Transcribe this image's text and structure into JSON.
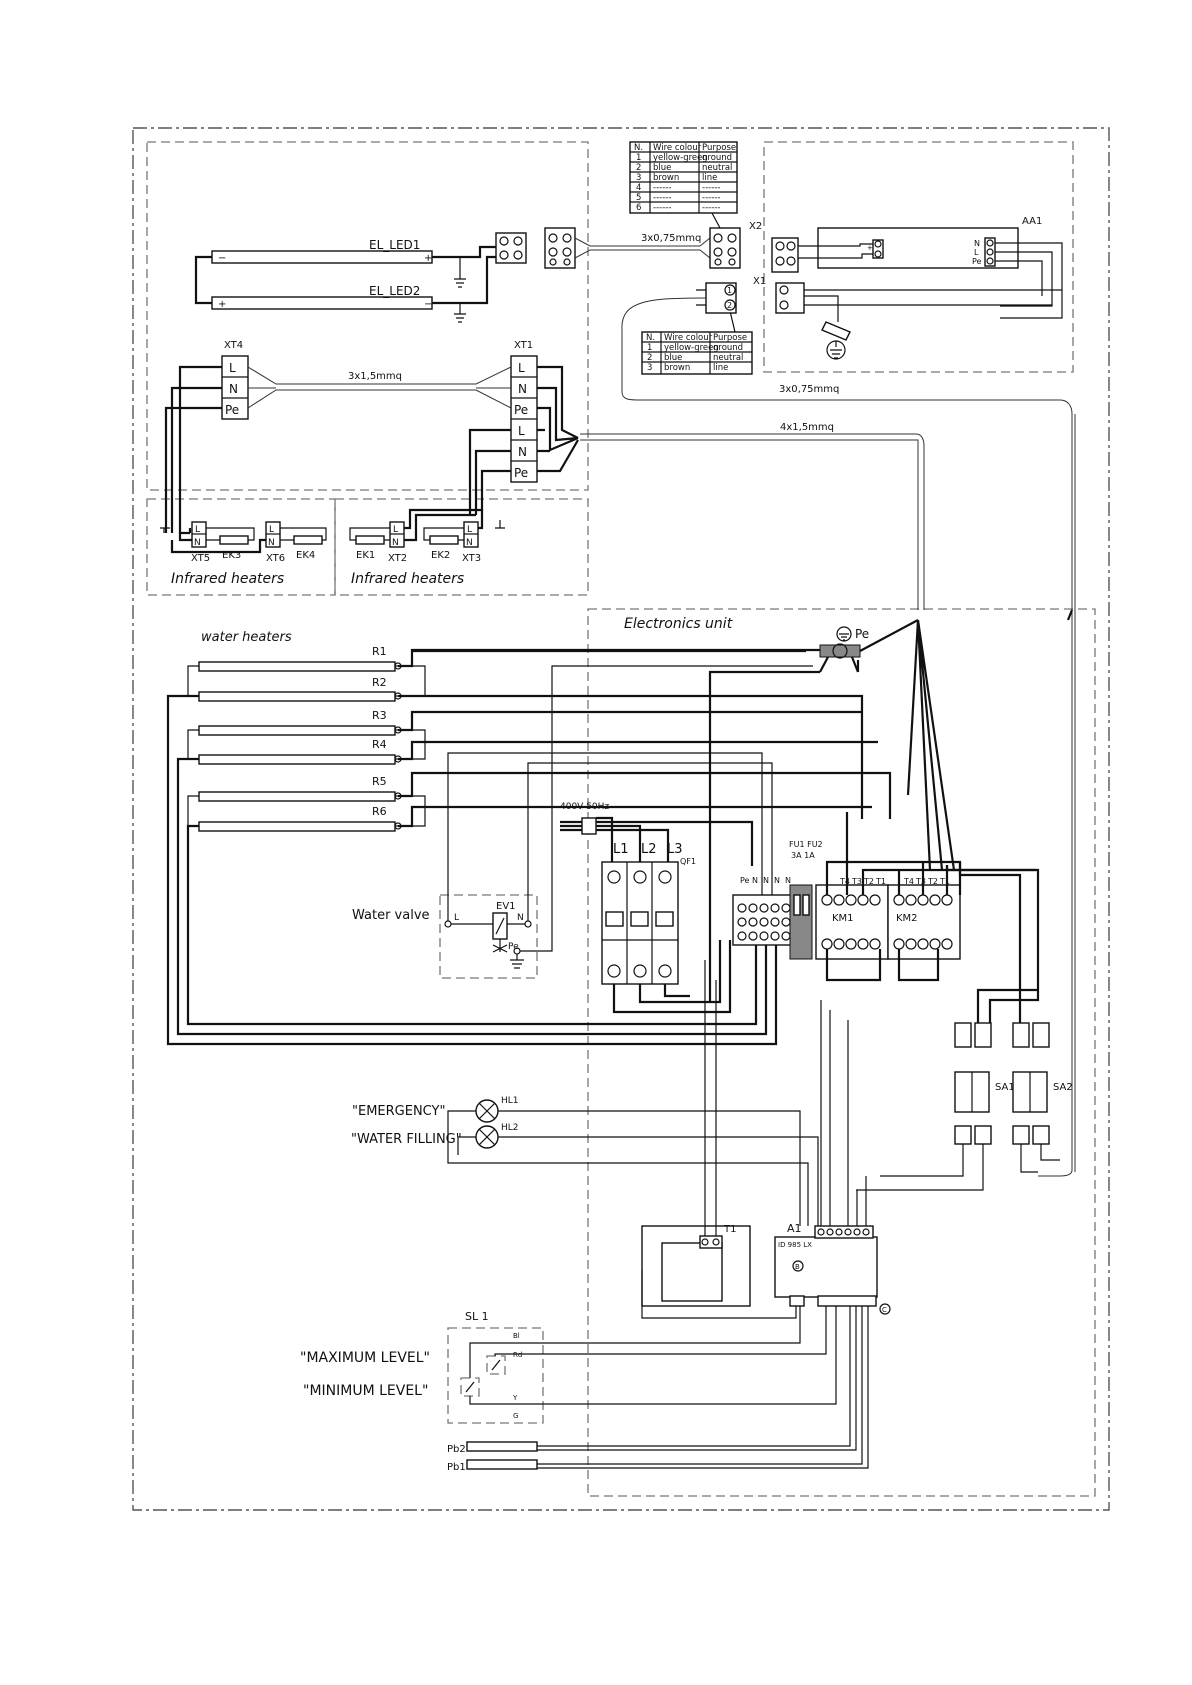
{
  "led_section": {
    "led1": "EL_LED1",
    "led2": "EL_LED2",
    "cable_x2": "3x0,75mmq",
    "connector_x2": "X2",
    "connector_x1": "X1",
    "psu": "AA1",
    "psu_in": [
      "N",
      "L",
      "Pe"
    ],
    "psu_out": "+ -"
  },
  "wire_table_x2": {
    "headers": [
      "N.",
      "Wire colour",
      "Purpose"
    ],
    "rows": [
      [
        "1",
        "yellow-green",
        "ground"
      ],
      [
        "2",
        "blue",
        "neutral"
      ],
      [
        "3",
        "brown",
        "line"
      ],
      [
        "4",
        "------",
        "------"
      ],
      [
        "5",
        "------",
        "------"
      ],
      [
        "6",
        "------",
        "------"
      ]
    ]
  },
  "wire_table_x1": {
    "headers": [
      "N.",
      "Wire colour",
      "Purpose"
    ],
    "rows": [
      [
        "1",
        "yellow-green",
        "ground"
      ],
      [
        "2",
        "blue",
        "neutral"
      ],
      [
        "3",
        "brown",
        "line"
      ]
    ]
  },
  "terminals": {
    "xt4": "XT4",
    "xt1": "XT1",
    "xt4_pins": [
      "L",
      "N",
      "Pe"
    ],
    "xt1_pins": [
      "L",
      "N",
      "Pe",
      "L",
      "N",
      "Pe"
    ],
    "cable_main": "3x1,5mmq",
    "cable_4x": "4x1,5mmq",
    "cable_3x075": "3x0,75mmq"
  },
  "infrared": {
    "left_labels": [
      "XT5",
      "EK3",
      "XT6",
      "EK4"
    ],
    "right_labels": [
      "EK1",
      "XT2",
      "EK2",
      "XT3"
    ],
    "caption_left": "Infrared heaters",
    "caption_right": "Infrared heaters"
  },
  "water_heaters": {
    "title": "water heaters",
    "labels": [
      "R1",
      "R2",
      "R3",
      "R4",
      "R5",
      "R6"
    ]
  },
  "electronics": {
    "title": "Electronics unit",
    "pe": "Pe",
    "supply": "400V 50Hz",
    "breaker": "QF1",
    "phases": [
      "L1",
      "L2",
      "L3"
    ],
    "fuses": "FU1 FU2",
    "fuse_rating": "3A 1A",
    "terminal_strip": [
      "Pe",
      "N",
      "N",
      "N",
      "N"
    ],
    "km1": "KM1",
    "km2": "KM2",
    "km_top": [
      "T4",
      "T3",
      "T2",
      "T1"
    ],
    "sa1": "SA1",
    "sa2": "SA2",
    "transformer": "T1",
    "controller": "A1",
    "controller_model": "ID 985 LX",
    "controller_marker_b": "B",
    "controller_marker_c": "C"
  },
  "valve": {
    "label": "Water valve",
    "tag": "EV1",
    "pins": [
      "L",
      "N",
      "Pe"
    ]
  },
  "lamps": {
    "hl1": "HL1",
    "hl2": "HL2",
    "emergency": "\"EMERGENCY\"",
    "water_filling": "\"WATER FILLING\""
  },
  "level": {
    "tag": "SL 1",
    "max": "\"MAXIMUM LEVEL\"",
    "min": "\"MINIMUM LEVEL\"",
    "wires": [
      "Bl",
      "Rd",
      "Y",
      "G"
    ]
  },
  "probes": [
    "Pb2",
    "Pb1"
  ]
}
